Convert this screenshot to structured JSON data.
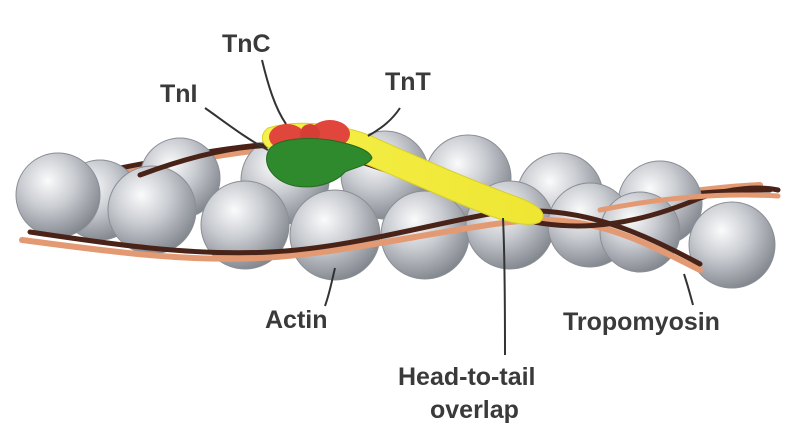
{
  "labels": {
    "tnc": "TnC",
    "tni": "TnI",
    "tnt": "TnT",
    "actin": "Actin",
    "tropomyosin": "Tropomyosin",
    "overlap_line1": "Head-to-tail",
    "overlap_line2": "overlap"
  },
  "colors": {
    "background": "#ffffff",
    "actin_light": "#f4f4f6",
    "actin_mid": "#b9bcc2",
    "actin_dark": "#7c8088",
    "tropomyosin_light": "#e8a07a",
    "tropomyosin_dark": "#4a2318",
    "tnc": "#e0463c",
    "tni": "#2e8a2c",
    "tnt": "#f2ec3a",
    "label_text": "#3a3a3a",
    "pointer": "#333333"
  }
}
